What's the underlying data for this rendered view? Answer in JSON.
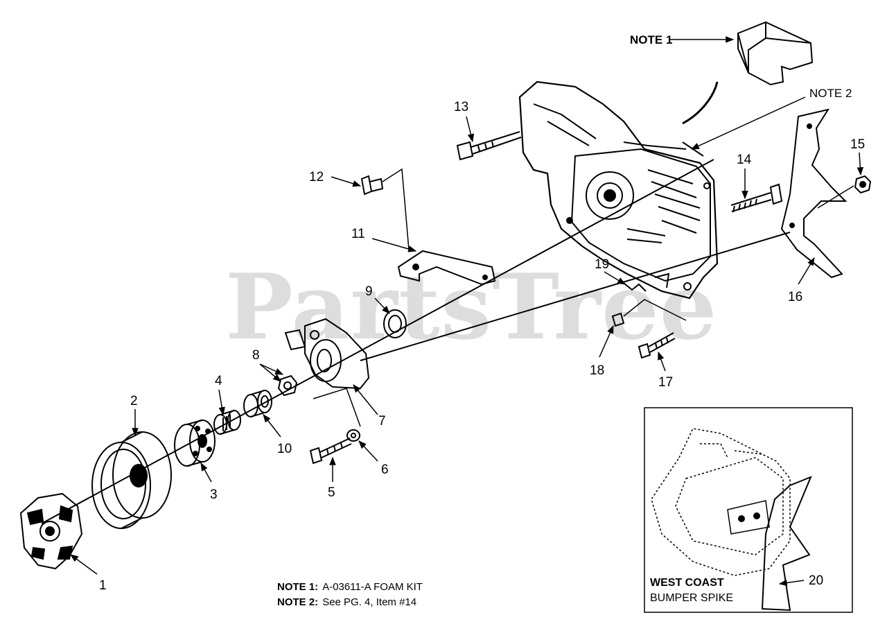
{
  "watermark": "PartsTree",
  "callouts": {
    "note1": "NOTE 1",
    "note2": "NOTE 2",
    "part1": "1",
    "part2": "2",
    "part3": "3",
    "part4": "4",
    "part5": "5",
    "part6": "6",
    "part7": "7",
    "part8": "8",
    "part9": "9",
    "part10": "10",
    "part11": "11",
    "part12": "12",
    "part13": "13",
    "part14": "14",
    "part15": "15",
    "part16": "16",
    "part17": "17",
    "part18": "18",
    "part19": "19",
    "part20": "20"
  },
  "notes": [
    {
      "label": "NOTE 1:",
      "text": "A-03611-A FOAM KIT"
    },
    {
      "label": "NOTE 2:",
      "text": "See PG. 4, Item #14"
    }
  ],
  "inset": {
    "line1": "WEST COAST",
    "line2": "BUMPER SPIKE"
  }
}
